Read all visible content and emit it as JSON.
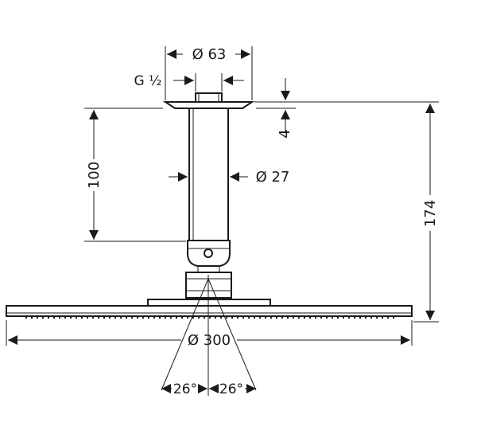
{
  "drawing": {
    "dimensions": {
      "flange_diameter": "Ø 63",
      "thread": "G ½",
      "flange_height": "4",
      "arm_length": "100",
      "arm_diameter": "Ø 27",
      "overall_height": "174",
      "head_diameter": "Ø 300",
      "tilt_left": "26°",
      "tilt_right": "26°"
    },
    "colors": {
      "line": "#1a1a1a",
      "background": "#ffffff"
    }
  }
}
